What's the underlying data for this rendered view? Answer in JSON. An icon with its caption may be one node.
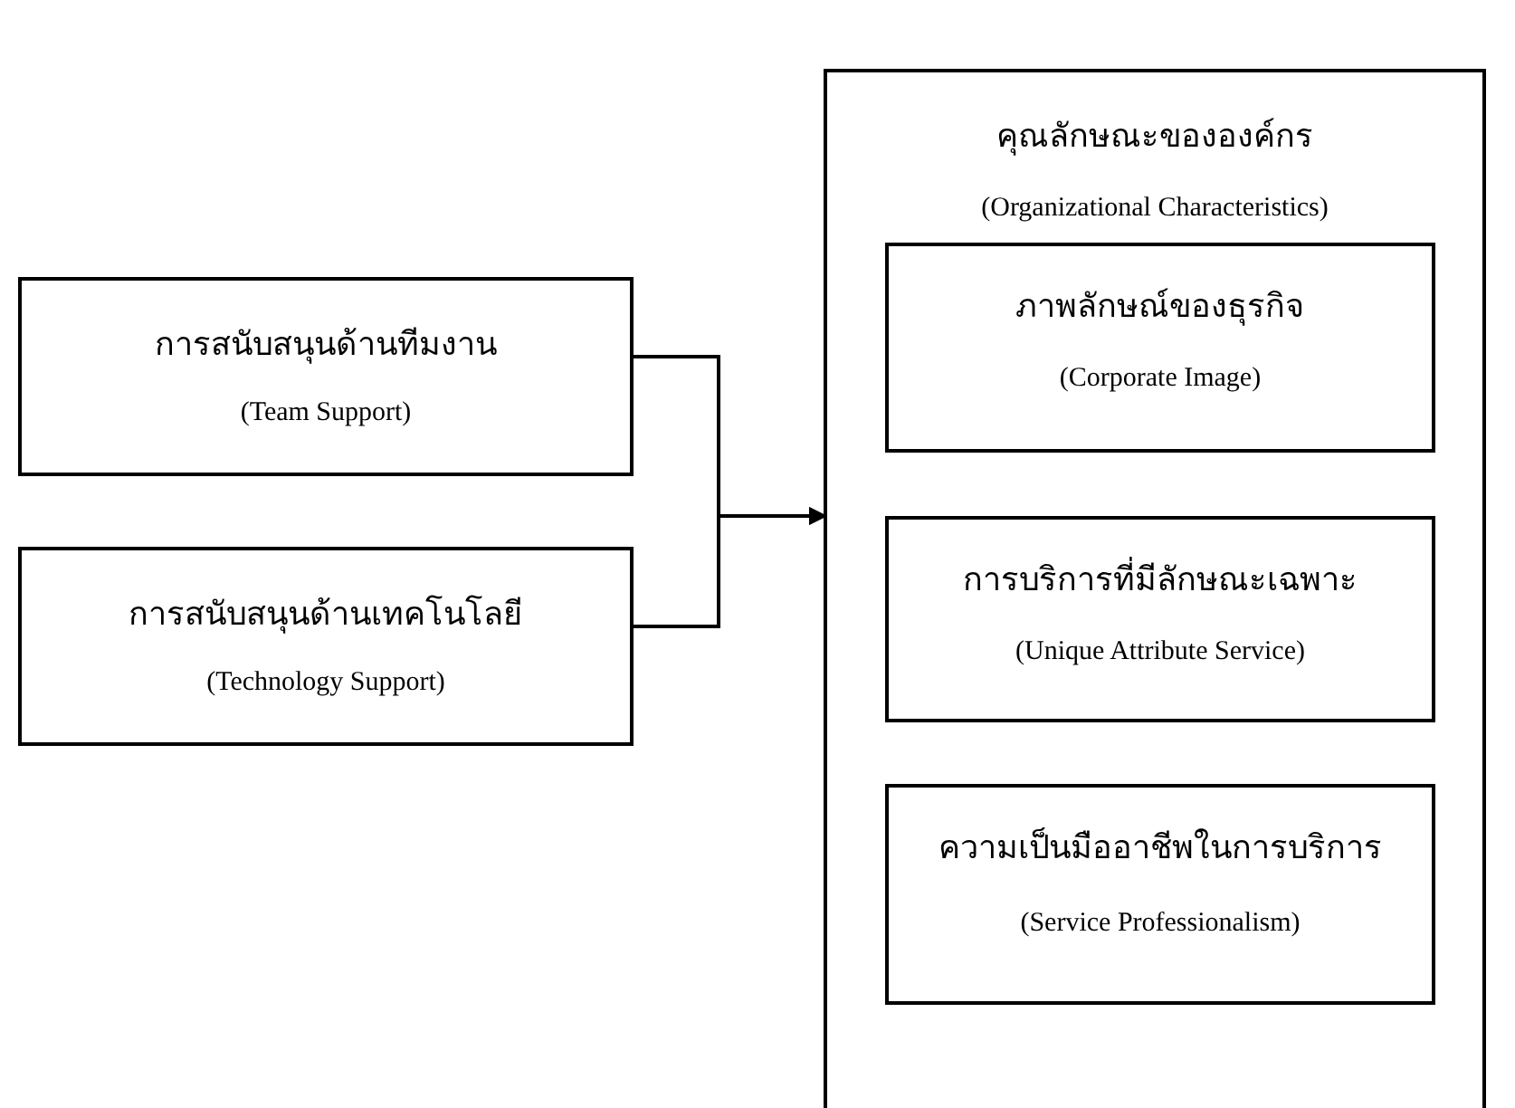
{
  "diagram": {
    "nodes": [
      {
        "text": [
          "การสนับสนุนด้านทีมงาน",
          "(Team Support)"
        ]
      },
      {
        "text": [
          "การสนับสนุนด้านเทคโนโลยี",
          "(Technology Support)"
        ]
      },
      {
        "text": [
          "คุณลักษณะขององค์กร",
          "(Organizational Characteristics)"
        ]
      },
      {
        "text": [
          "ภาพลักษณ์ของธุรกิจ",
          "(Corporate Image)"
        ],
        "in": 2
      },
      {
        "text": [
          "การบริการที่มีลักษณะเฉพาะ",
          "(Unique Attribute Service)"
        ],
        "in": 2
      },
      {
        "text": [
          "ความเป็นมืออาชีพในการบริการ",
          "(Service Professionalism)"
        ],
        "in": 2
      }
    ],
    "edges": [
      {
        "from": 0,
        "to": 2,
        "arrow": "to"
      },
      {
        "from": 1,
        "to": 2,
        "arrow": "to"
      }
    ]
  }
}
